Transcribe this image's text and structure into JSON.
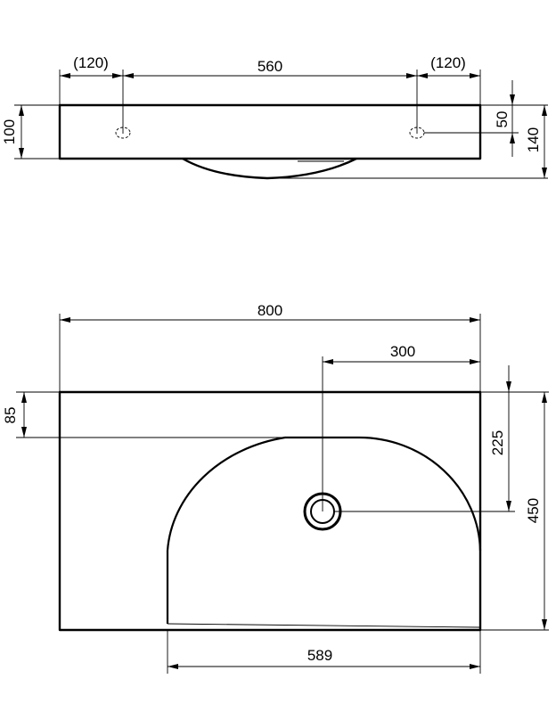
{
  "drawing": {
    "side_view": {
      "labels": {
        "left_offset": "(120)",
        "hole_spacing": "560",
        "right_offset": "(120)",
        "slab_thickness": "100",
        "hole_height": "50",
        "overall_height": "140"
      }
    },
    "top_view": {
      "labels": {
        "overall_width": "800",
        "drain_from_right": "300",
        "rim_from_top": "85",
        "drain_from_top": "225",
        "overall_depth": "450",
        "basin_width": "589"
      }
    }
  },
  "colors": {
    "ink": "#000000",
    "paper": "#ffffff"
  }
}
